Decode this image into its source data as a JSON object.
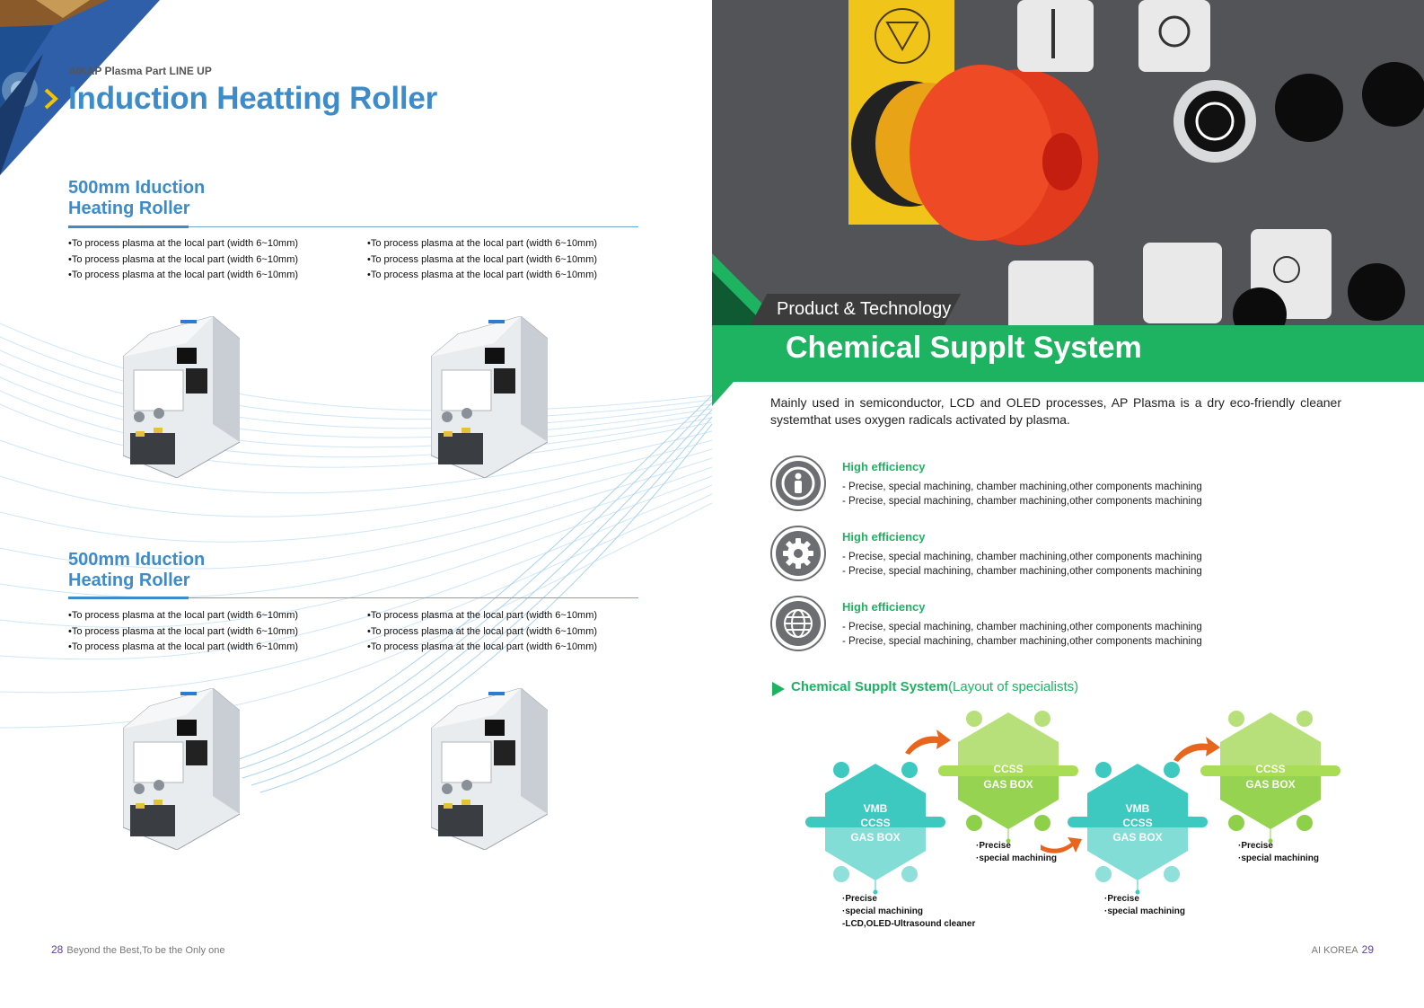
{
  "left_page": {
    "kicker": "AIKAP Plasma Part LINE UP",
    "title": "Induction Heatting Roller",
    "sections": [
      {
        "title_line1": "500mm Iduction",
        "title_line2": "Heating Roller",
        "col1": [
          "•To process plasma at the local part (width 6~10mm)",
          "•To process plasma at the local part (width 6~10mm)",
          "•To process plasma at the local part (width 6~10mm)"
        ],
        "col2": [
          "•To process plasma at the local part (width 6~10mm)",
          "•To process plasma at the local part (width 6~10mm)",
          "•To process plasma at the local part (width 6~10mm)"
        ]
      },
      {
        "title_line1": "500mm Iduction",
        "title_line2": "Heating Roller",
        "col1": [
          "•To process plasma at the local part (width 6~10mm)",
          "•To process plasma at the local part (width 6~10mm)",
          "•To process plasma at the local part (width 6~10mm)"
        ],
        "col2": [
          "•To process plasma at the local part (width 6~10mm)",
          "•To process plasma at the local part (width 6~10mm)",
          "•To process plasma at the local part (width 6~10mm)"
        ]
      }
    ],
    "footer": {
      "page": "28",
      "text": "Beyond the Best,To be the Only one"
    }
  },
  "right_page": {
    "tab_label": "Product & Technology",
    "title": "Chemical Supplt System",
    "intro": "Mainly used in semiconductor, LCD and OLED processes, AP Plasma is a dry eco-friendly cleaner systemthat uses oxygen radicals activated by plasma.",
    "features": [
      {
        "icon": "person-recycle-icon",
        "title": "High efficiency",
        "lines": [
          "- Precise, special machining, chamber machining,other components machining",
          "- Precise, special machining, chamber machining,other components machining"
        ]
      },
      {
        "icon": "gear-icon",
        "title": "High efficiency",
        "lines": [
          "- Precise, special machining, chamber machining,other components machining",
          "- Precise, special machining, chamber machining,other components machining"
        ]
      },
      {
        "icon": "globe-icon",
        "title": "High efficiency",
        "lines": [
          "- Precise, special machining, chamber machining,other components machining",
          "- Precise, special machining, chamber machining,other components machining"
        ]
      }
    ],
    "subsection": {
      "bold": "Chemical Supplt System",
      "normal": "(Layout of specialists)"
    },
    "diagram": {
      "hex1": [
        "VMB",
        "CCSS",
        "GAS BOX"
      ],
      "hex2": [
        "CCSS",
        "GAS BOX"
      ],
      "hex3": [
        "VMB",
        "CCSS",
        "GAS BOX"
      ],
      "hex4": [
        "CCSS",
        "GAS BOX"
      ],
      "note1": [
        "·Precise",
        "·special machining"
      ],
      "note1_extra": "-LCD,OLED-Ultrasound cleaner",
      "note2": [
        "·Precise",
        "·special machining"
      ],
      "note3": [
        "·Precise",
        "·special machining"
      ],
      "note4": [
        "·Precise",
        "·special machining"
      ]
    },
    "footer": {
      "text": "AI KOREA",
      "page": "29"
    }
  },
  "colors": {
    "blue": "#3e8bc9",
    "green": "#1db361",
    "teal": "#3ec9c0",
    "lime": "#a9dd55",
    "orange": "#e8651e"
  }
}
